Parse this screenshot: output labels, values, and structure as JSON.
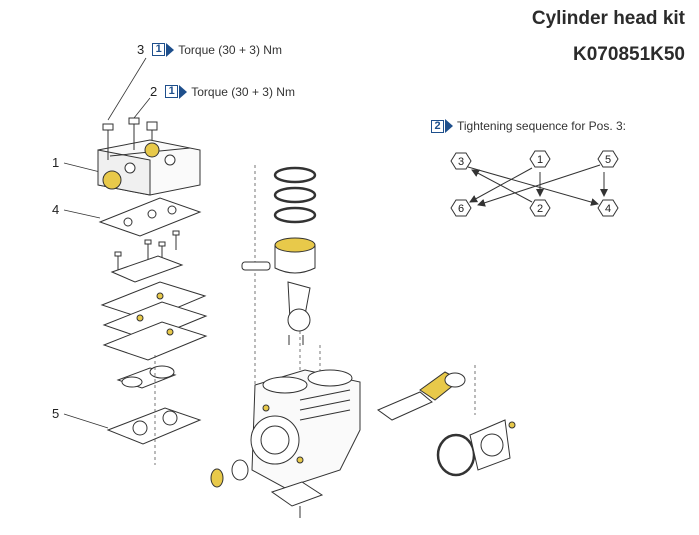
{
  "header": {
    "title": "Cylinder head kit",
    "part_number": "K070851K50"
  },
  "callouts": [
    {
      "position": "3",
      "badge": "1",
      "text": "Torque (30 + 3) Nm"
    },
    {
      "position": "2",
      "badge": "1",
      "text": "Torque (30 + 3) Nm"
    }
  ],
  "sequence": {
    "badge": "2",
    "text": "Tightening sequence for Pos. 3:",
    "nodes": [
      "1",
      "2",
      "3",
      "4",
      "5",
      "6"
    ]
  },
  "part_labels": [
    "1",
    "4",
    "5"
  ],
  "colors": {
    "accent": "#1e4f8c",
    "highlight": "#e8c94a",
    "line": "#333333"
  }
}
